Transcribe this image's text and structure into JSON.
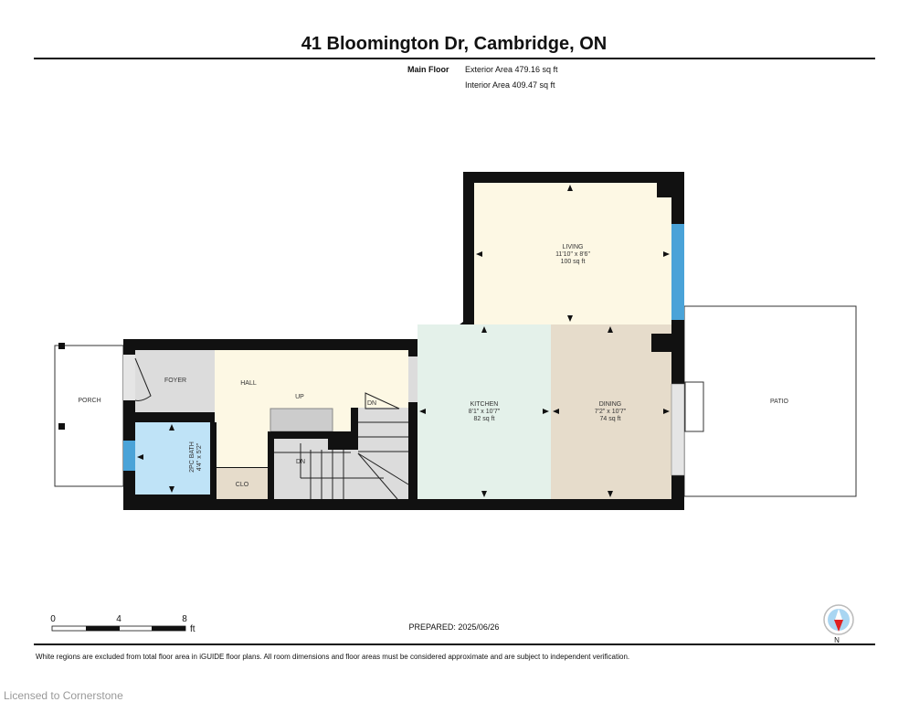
{
  "title": "41 Bloomington Dr, Cambridge, ON",
  "floor": {
    "name": "Main Floor",
    "exterior": "Exterior Area 479.16 sq ft",
    "interior": "Interior Area 409.47 sq ft"
  },
  "rooms": {
    "living": {
      "name": "LIVING",
      "dims": "11'10\" x 8'6\"",
      "area": "100 sq ft"
    },
    "kitchen": {
      "name": "KITCHEN",
      "dims": "8'1\" x 10'7\"",
      "area": "82 sq ft"
    },
    "dining": {
      "name": "DINING",
      "dims": "7'2\" x 10'7\"",
      "area": "74 sq ft"
    },
    "bath": {
      "name": "2PC BATH",
      "dims": "4'4\" x 5'2\""
    },
    "foyer": "FOYER",
    "hall": "HALL",
    "clo": "CLO",
    "porch": "PORCH",
    "patio": "PATIO",
    "up": "UP",
    "dn1": "DN",
    "dn2": "DN"
  },
  "scale": {
    "ticks": [
      "0",
      "4",
      "8"
    ],
    "unit": "ft"
  },
  "prepared": "PREPARED: 2025/06/26",
  "compass_label": "N",
  "disclaimer": "White regions are excluded from total floor area in iGUIDE floor plans. All room dimensions and floor areas must be considered approximate and are subject to independent verification.",
  "license": "Licensed to Cornerstone",
  "colors": {
    "living": "#fdf8e4",
    "kitchen": "#e4f1ea",
    "dining": "#e6dccb",
    "bath": "#bfe3f7",
    "foyer": "#dcdcdc",
    "hall": "#fdf8e4",
    "clo": "#e6dccb",
    "window": "#4aa3d8"
  }
}
